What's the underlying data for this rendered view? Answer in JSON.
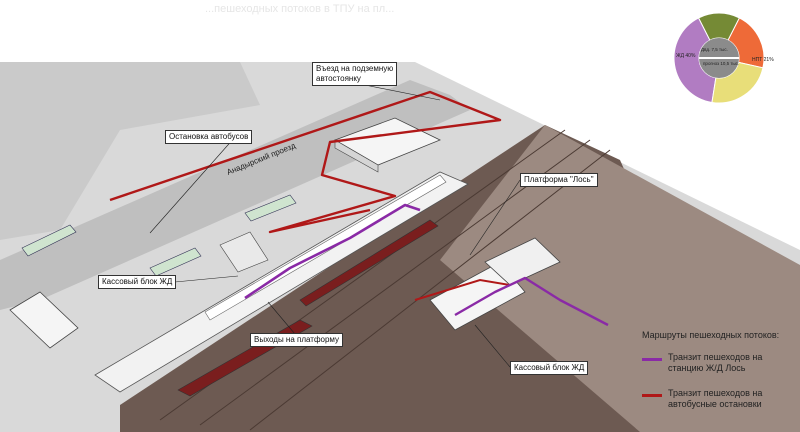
{
  "labels": {
    "title_fragment": "...пешеходных потоков в ТПУ на пл...",
    "road_name": "Анадырский проезд",
    "parking_entry": [
      "Въезд на подземную",
      "автостоянку"
    ],
    "bus_stop": "Остановка автобусов",
    "platform": "Платформа \"Лось\"",
    "ticket_office_left": "Кассовый блок ЖД",
    "platform_exits": "Выходы на платформу",
    "ticket_office_right": "Кассовый блок ЖД"
  },
  "legend": {
    "title": "Маршруты пешеходных потоков:",
    "items": [
      {
        "label": "Транзит пешеходов на станцию Ж/Д Лось",
        "color": "#8a2aa6"
      },
      {
        "label": "Транзит пешеходов на автобусные остановки",
        "color": "#b01818"
      }
    ]
  },
  "chart_data": {
    "type": "pie",
    "donut": true,
    "slices": [
      {
        "label": "ЖД 40%",
        "value": 40,
        "color": "#b17cc2"
      },
      {
        "label": "",
        "value": 15,
        "color": "#758a35"
      },
      {
        "label": "НПТ 21%",
        "value": 21,
        "color": "#ee6a38"
      },
      {
        "label": "",
        "value": 24,
        "color": "#e8de79"
      }
    ],
    "center_text": [
      "Двд. 7,5 тыс.",
      "прогноз 10,5 тыс."
    ]
  },
  "colors": {
    "purple_route": "#8a2aa6",
    "red_route": "#b01818",
    "rail_bed": "#6d5a52",
    "ground": "#d6d6d6"
  }
}
